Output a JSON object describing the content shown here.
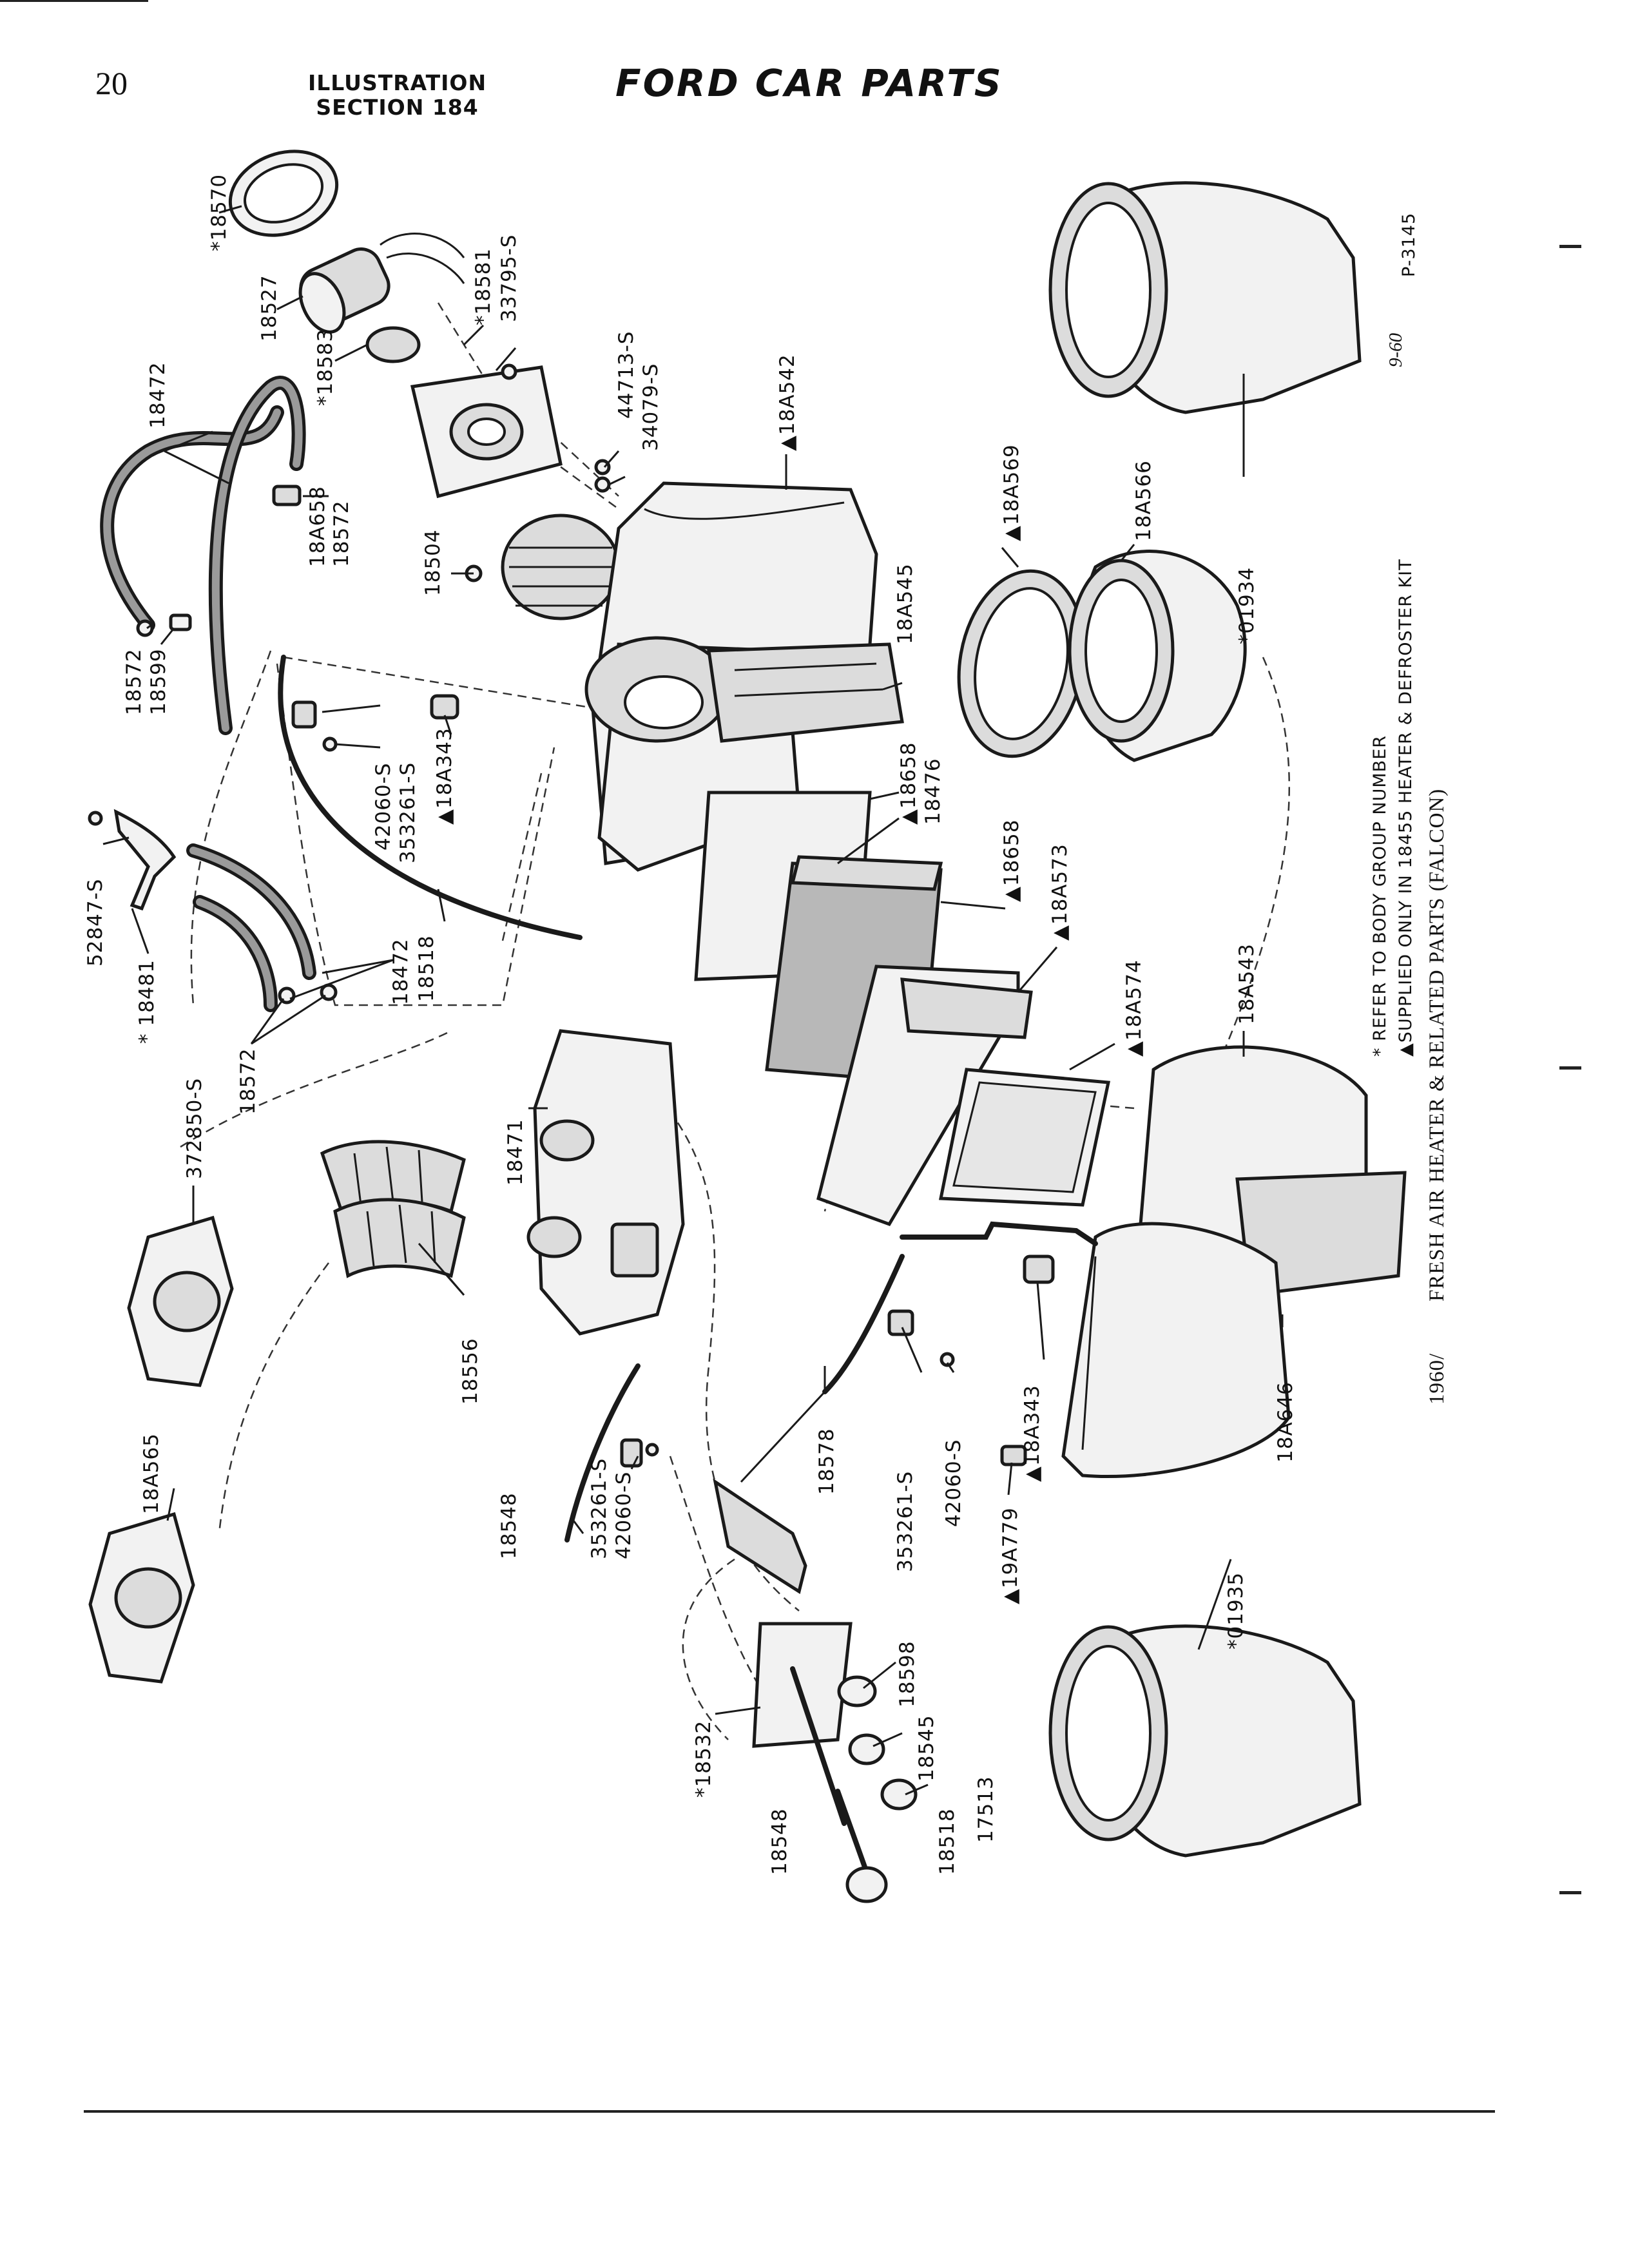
{
  "header": {
    "page_number": "20",
    "section_line1": "ILLUSTRATION",
    "section_line2": "SECTION 184",
    "brand": "FORD CAR PARTS"
  },
  "caption": {
    "year": "1960/",
    "title": "FRESH AIR HEATER & RELATED PARTS (FALCON)"
  },
  "footnotes": {
    "star": "* REFER TO BODY GROUP NUMBER",
    "triangle": "▲SUPPLIED ONLY IN 18455 HEATER & DEFROSTER KIT"
  },
  "figure_code": "P-3145",
  "date_code": "9-60",
  "parts": {
    "p18570": "*18570",
    "p18527": "18527",
    "p18581": "*18581",
    "p33795s": "33795-S",
    "p18583": "*18583",
    "p44713s": "44713-S",
    "p34079s": "34079-S",
    "p18472a": "18472",
    "p18A658": "18A658",
    "p18572a": "18572",
    "p18504": "18504",
    "p18A542": "▲18A542",
    "p18572b": "18572",
    "p18599": "18599",
    "p42060sa": "42060-S",
    "p353261sa": "353261-S",
    "p18A343a": "▲18A343",
    "p18A545": "18A545",
    "p18A569": "▲18A569",
    "p18A566": "18A566",
    "p01934": "*01934",
    "p18658a": "▲18658",
    "p18476": "18476",
    "p18658b": "▲18658",
    "p18A573": "▲18A573",
    "p52847s": "52847-S",
    "p18481": "* 18481",
    "p18472b": "18472",
    "p18518a": "18518",
    "p18572c": "18572",
    "p18A574": "▲18A574",
    "p18A543": "18A543",
    "p18471": "18471",
    "p372850s": "372850-S",
    "p18556": "18556",
    "p18A565": "18A565",
    "p18548a": "18548",
    "p353261sb": "353261-S",
    "p42060sb": "42060-S",
    "p18578": "18578",
    "p353261sc": "353261-S",
    "p42060sc": "42060-S",
    "p18A343b": "▲18A343",
    "p19A779": "▲19A779",
    "p18A646": "18A646",
    "p01935": "*01935",
    "p18532": "*18532",
    "p18598": "18598",
    "p18545": "18545",
    "p17513": "17513",
    "p18548b": "18548",
    "p18518b": "18518"
  }
}
